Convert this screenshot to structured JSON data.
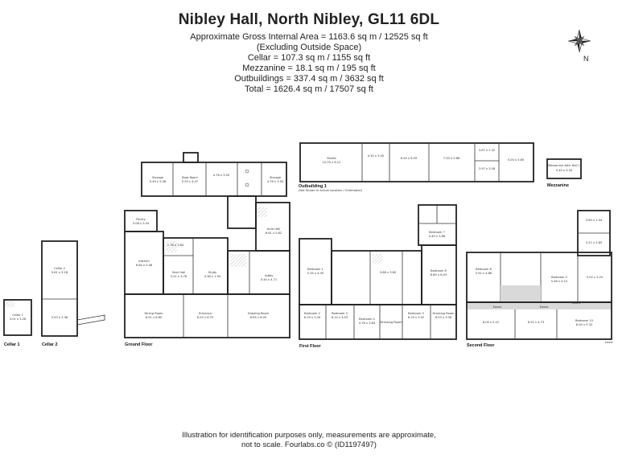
{
  "header": {
    "title": "Nibley Hall, North Nibley, GL11 6DL",
    "gross_area": "Approximate Gross Internal Area = 1163.6 sq m / 12525 sq ft",
    "excluding": "(Excluding Outside Space)",
    "cellar": "Cellar = 107.3 sq m / 1155 sq ft",
    "mezzanine": "Mezzanine = 18.1 sq m / 195 sq ft",
    "outbuildings": "Outbuildings = 337.4 sq m / 3632 sq ft",
    "total": "Total = 1626.4 sq m / 17507 sq ft"
  },
  "compass": {
    "north_label": "N"
  },
  "floor_labels": {
    "cellar1": "Cellar 1",
    "cellar2": "Cellar 2",
    "ground": "Ground Floor",
    "first": "First  Floor",
    "second": "Second Floor",
    "outbuilding": "Outbuilding 1",
    "outbuilding_note": "(Not Shown In Actual Location / Orientation)",
    "mezzanine": "Mezzanine"
  },
  "rooms": {
    "cellar1": {
      "name": "Cellar 1",
      "dims": "3.01 x 3.28"
    },
    "cellar2_top": {
      "name": "Cellar 2",
      "dims": "9.61 x 5.18"
    },
    "cellar2_bottom": {
      "dims": "5.43 x 5.38"
    },
    "gf_dining": {
      "name": "Dining Room",
      "dims": "6.51 x 6.60"
    },
    "gf_entrance": {
      "name": "Entrance",
      "dims": "6.25 x 6.75"
    },
    "gf_drawing": {
      "name": "Drawing Room",
      "dims": "8.85 x 6.05"
    },
    "gf_kitchen": {
      "name": "Kitchen",
      "dims": "6.84 x 5.46"
    },
    "gf_pantry": {
      "name": "Pantry",
      "dims": "5.08 x 3.54"
    },
    "gf_staircase": {
      "name": "Stair Hall",
      "dims": "3.51 x 3.78"
    },
    "gf_study": {
      "name": "Study",
      "dims": "4.36 x 1.94"
    },
    "gf_lobby": {
      "name": "Lobby",
      "dims": "5.44 x 4.71"
    },
    "gf_ante": {
      "name": "Ante Hall",
      "dims": "6.61 x 5.62"
    },
    "gf_storage1": {
      "name": "Storage",
      "dims": "5.49 x 5.08"
    },
    "gf_boot": {
      "name": "Boot Room",
      "dims": "5.55 x 4.47"
    },
    "gf_storage2": {
      "name": "Storage",
      "dims": "4.76 x 3.50"
    },
    "gf_small": {
      "dims": "1.76 x 3.84"
    },
    "ff_bed1": {
      "name": "Bedroom 1",
      "dims": "5.35 x 4.45"
    },
    "ff_bed2": {
      "name": "Bedroom 2",
      "dims": "6.19 x 3.44"
    },
    "ff_bed3": {
      "name": "Bedroom 3",
      "dims": "6.14 x 3.53"
    },
    "ff_bed4": {
      "name": "Bedroom 4",
      "dims": "4.76 x 3.84"
    },
    "ff_dressing1": {
      "name": "Dressing Room",
      "dims": ""
    },
    "ff_bed5": {
      "name": "Bedroom 5",
      "dims": "6.19 x 3.52"
    },
    "ff_dressing2": {
      "name": "Dressing Room",
      "dims": "6.53 x 3.36"
    },
    "ff_bed6": {
      "name": "Bedroom 6",
      "dims": "6.80 x 6.03"
    },
    "ff_bed7": {
      "name": "Bedroom 7",
      "dims": "4.40 x 3.88"
    },
    "ff_bath": {
      "dims": "3.66 x 3.60"
    },
    "sf_bed8": {
      "name": "Bedroom 8",
      "dims": "5.92 x 4.86"
    },
    "sf_bed9": {
      "name": "Bedroom 9",
      "dims": "5.46 x 5.10"
    },
    "sf_bed10": {
      "name": "Bedroom 10",
      "dims": "8.00 x 5.32"
    },
    "sf_room1": {
      "dims": "8.00 x 5.22"
    },
    "sf_room2": {
      "dims": "6.92 x 4.73"
    },
    "sf_room3": {
      "dims": "5.02 x 3.25"
    },
    "sf_room4": {
      "dims": "3.60 x 1.54"
    },
    "sf_room5": {
      "dims": "3.21 x 2.85"
    },
    "sf_eaves1": {
      "name": "Eaves"
    },
    "sf_eaves2": {
      "name": "Eaves"
    },
    "sf_eaves3": {
      "name": "Eaves"
    },
    "sf_level": {
      "name": "Level"
    },
    "ob_studio": {
      "name": "Studio",
      "dims": "10.29 x 6.12"
    },
    "ob_room1": {
      "dims": "4.30 x 3.45"
    },
    "ob_room2": {
      "dims": "6.44 x 6.59"
    },
    "ob_room3": {
      "dims": "7.00 x 5.88"
    },
    "ob_room4": {
      "dims": "3.67 x 2.32"
    },
    "ob_room5": {
      "dims": "5.00 x 5.60"
    },
    "ob_room6": {
      "dims": "3.97 x 3.06"
    },
    "mez_hall": {
      "name": "Mezzanine Attic Hall 1",
      "dims": "5.40 x 3.34"
    }
  },
  "footer": {
    "line1": "Illustration for identification purposes only, measurements are approximate,",
    "line2": "not to scale. Fourlabs.co © (ID1197497)"
  }
}
